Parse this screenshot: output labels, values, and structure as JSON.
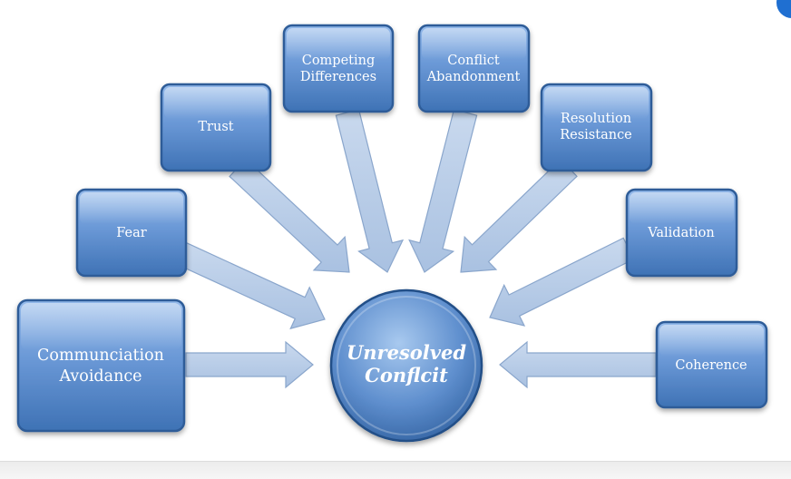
{
  "center": {
    "lines": [
      "Unresolved",
      "Conflcit"
    ]
  },
  "boxes": [
    {
      "id": "communciation-avoidance",
      "lines": [
        "Communciation",
        "Avoidance"
      ]
    },
    {
      "id": "fear",
      "lines": [
        "Fear"
      ]
    },
    {
      "id": "trust",
      "lines": [
        "Trust"
      ]
    },
    {
      "id": "competing-differences",
      "lines": [
        "Competing",
        "Differences"
      ]
    },
    {
      "id": "conflict-abandonment",
      "lines": [
        "Conflict",
        "Abandonment"
      ]
    },
    {
      "id": "resolution-resistance",
      "lines": [
        "Resolution",
        "Resistance"
      ]
    },
    {
      "id": "validation",
      "lines": [
        "Validation"
      ]
    },
    {
      "id": "coherence",
      "lines": [
        "Coherence"
      ]
    }
  ],
  "colors": {
    "box_fill_top": "#8db4e6",
    "box_fill_bottom": "#3f74b8",
    "box_border": "#2d5c98",
    "arrow_fill": "#b7cbe5",
    "arrow_stroke": "#8aa6cc",
    "circle_light": "#9cc0ea",
    "circle_dark": "#2e5f9e"
  }
}
